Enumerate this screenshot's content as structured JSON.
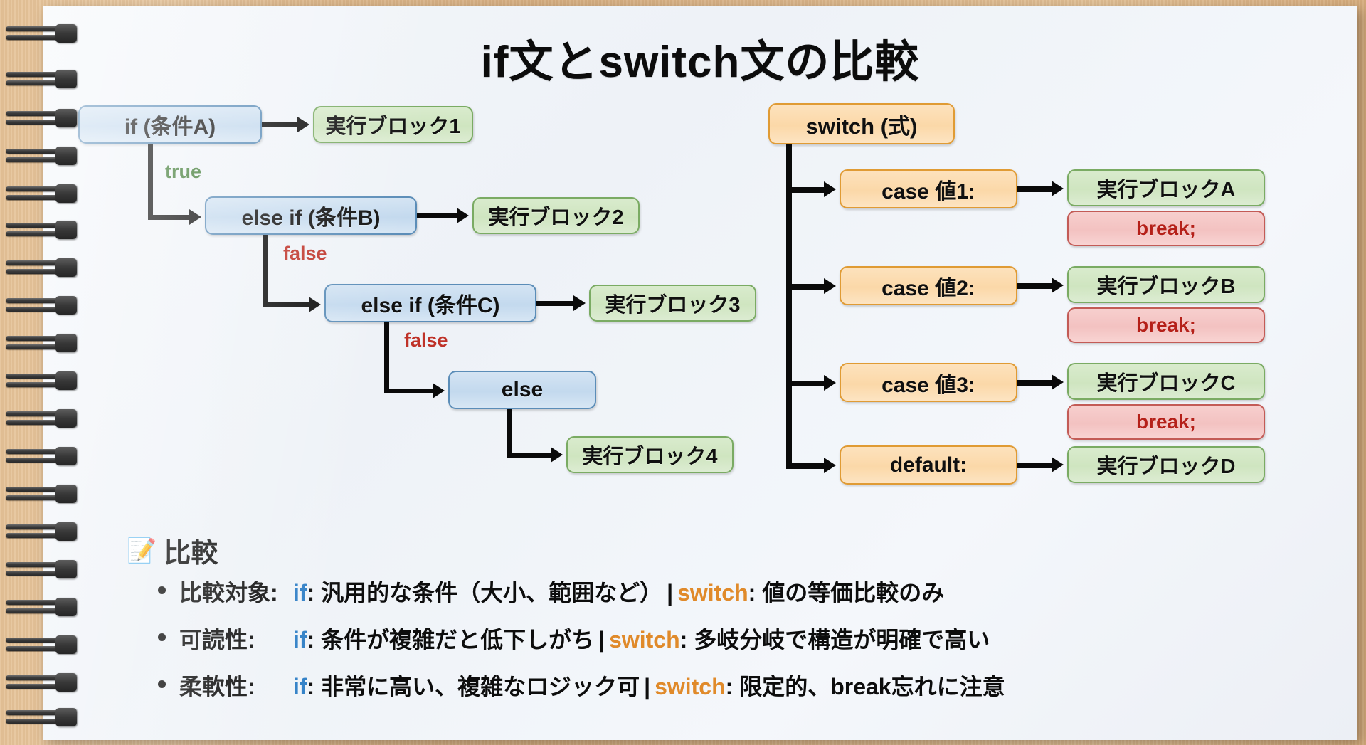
{
  "title": "if文とswitch文の比較",
  "if_flow": {
    "nodes": [
      {
        "id": "if-a",
        "label": "if (条件A)"
      },
      {
        "id": "block1",
        "label": "実行ブロック1"
      },
      {
        "id": "elseif-b",
        "label": "else if (条件B)"
      },
      {
        "id": "block2",
        "label": "実行ブロック2"
      },
      {
        "id": "elseif-c",
        "label": "else if (条件C)"
      },
      {
        "id": "block3",
        "label": "実行ブロック3"
      },
      {
        "id": "else",
        "label": "else"
      },
      {
        "id": "block4",
        "label": "実行ブロック4"
      }
    ],
    "edge_labels": {
      "true": "true",
      "false_b": "false",
      "false_c": "false"
    }
  },
  "switch_flow": {
    "root": "switch (式)",
    "branches": [
      {
        "case": "case 値1:",
        "block": "実行ブロックA",
        "break": "break;"
      },
      {
        "case": "case 値2:",
        "block": "実行ブロックB",
        "break": "break;"
      },
      {
        "case": "case 値3:",
        "block": "実行ブロックC",
        "break": "break;"
      },
      {
        "case": "default:",
        "block": "実行ブロックD",
        "break": null
      }
    ]
  },
  "comparison": {
    "icon": "📝",
    "heading": "比較",
    "rows": [
      {
        "category": "比較対象:",
        "if_kw": "if",
        "if_text": ": 汎用的な条件（大小、範囲など）",
        "sep": "|",
        "sw_kw": "switch",
        "sw_text": ": 値の等価比較のみ"
      },
      {
        "category": "可読性:",
        "if_kw": "if",
        "if_text": ": 条件が複雑だと低下しがち",
        "sep": "|",
        "sw_kw": "switch",
        "sw_text": ": 多岐分岐で構造が明確で高い"
      },
      {
        "category": "柔軟性:",
        "if_kw": "if",
        "if_text": ": 非常に高い、複雑なロジック可",
        "sep": "|",
        "sw_kw": "switch",
        "sw_text": ": 限定的、break忘れに注意"
      }
    ]
  },
  "colors": {
    "blue_fill": "#c8dcef",
    "blue_border": "#5b8db8",
    "green_fill": "#d4e8c8",
    "green_border": "#7aab63",
    "orange_fill": "#fbdcb2",
    "orange_border": "#e09b34",
    "pink_fill": "#f5c9c8",
    "pink_border": "#c35b56",
    "true_text": "#3e7a33",
    "false_text": "#bf3228",
    "if_keyword": "#2f7fc6",
    "switch_keyword": "#e08a2a"
  }
}
